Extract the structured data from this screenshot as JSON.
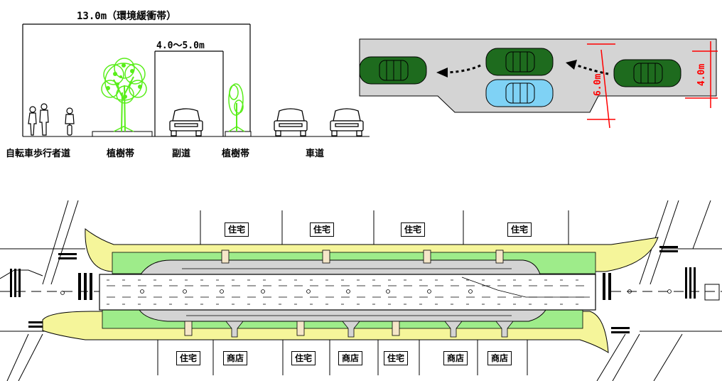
{
  "cross_section": {
    "total_width_label": "13.0m（環境緩衝帯）",
    "service_road_width_label": "4.0～5.0m",
    "zones": [
      "自転車歩行者道",
      "植樹帯",
      "副道",
      "植樹帯",
      "車道"
    ]
  },
  "merge_diagram": {
    "width_before_label": "6.0m",
    "width_after_label": "4.0m"
  },
  "plan": {
    "north_labels": [
      "住宅",
      "住宅",
      "住宅",
      "住宅"
    ],
    "south_labels": [
      "住宅",
      "商店",
      "住宅",
      "商店",
      "住宅",
      "商店",
      "商店"
    ]
  },
  "colors": {
    "sidewalk_yellow": "#f5f59a",
    "planting_green": "#9eec8a",
    "tree_green": "#59ee1a",
    "car_green": "#1e6b1e",
    "car_blue": "#7fd2f5",
    "road_gray": "#d4d4d4",
    "dimension_red": "#ff0000"
  }
}
